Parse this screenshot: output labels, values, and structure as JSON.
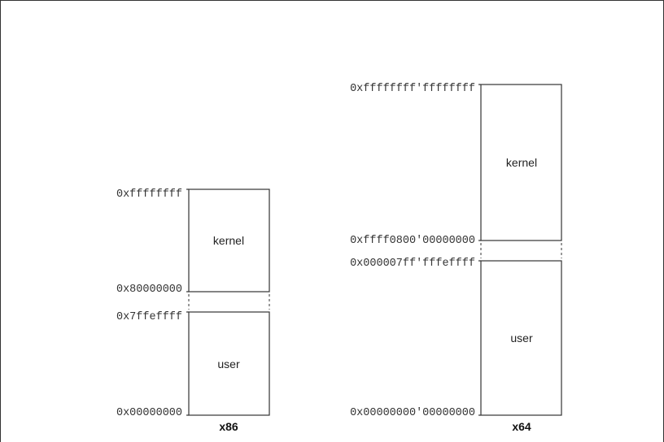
{
  "x86": {
    "arch_label": "x86",
    "kernel_label": "kernel",
    "user_label": "user",
    "addr_top": "0xffffffff",
    "addr_kernel_start": "0x80000000",
    "addr_user_end": "0x7ffeffff",
    "addr_bottom": "0x00000000"
  },
  "x64": {
    "arch_label": "x64",
    "kernel_label": "kernel",
    "user_label": "user",
    "addr_top": "0xffffffff'ffffffff",
    "addr_kernel_start": "0xffff0800'00000000",
    "addr_user_end": "0x000007ff'fffeffff",
    "addr_bottom": "0x00000000'00000000"
  }
}
